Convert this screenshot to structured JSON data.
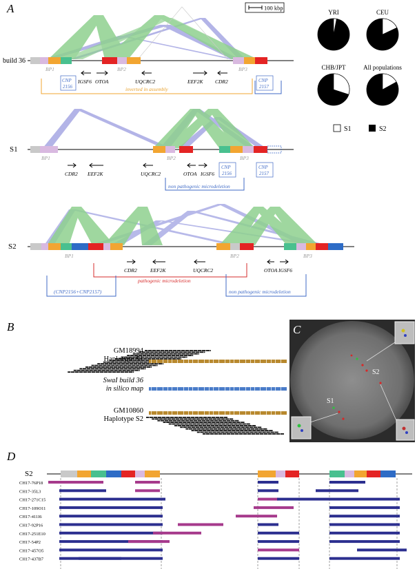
{
  "panels": {
    "a": "A",
    "b": "B",
    "c": "C",
    "d": "D"
  },
  "scale_bar": "100 kbp",
  "haplotypes": {
    "build36": "build 36",
    "s1": "S1",
    "s2": "S2"
  },
  "breakpoints": {
    "bp1": "BP1",
    "bp2": "BP2",
    "bp3": "BP3"
  },
  "genes": {
    "igsf6": "IGSF6",
    "otoa": "OTOA",
    "uqcrc2": "UQCRC2",
    "eef2k": "EEF2K",
    "cdr2": "CDR2"
  },
  "cnp": {
    "c2156": "CNP 2156",
    "c2157": "CNP 2157",
    "c2156a": "CNP",
    "c2156b": "2156",
    "c2157a": "CNP",
    "c2157b": "2157",
    "combined": "(CNP2156+CNP2157)"
  },
  "annotations": {
    "inverted": "inverted in assembly",
    "nonpath1": "non pathogenic microdeletion",
    "pathogenic": "pathogenic microdeletion",
    "nonpath2": "non pathogenic microdeletion"
  },
  "pies": {
    "items": [
      {
        "label": "YRI",
        "s1": 0.03
      },
      {
        "label": "CEU",
        "s1": 0.18
      },
      {
        "label": "CHB/JPT",
        "s1": 0.3
      },
      {
        "label": "All populations",
        "s1": 0.17
      }
    ],
    "legend_s1": "S1",
    "legend_s2": "S2"
  },
  "panel_b": {
    "gm18994": "GM18994",
    "hap_s1": "Haplotype S1",
    "swal": "SwaI build 36",
    "insilico": "in silico map",
    "gm10860": "GM10860",
    "hap_s2": "Haplotype S2"
  },
  "panel_c": {
    "s1": "S1",
    "s2": "S2"
  },
  "panel_d": {
    "hap": "S2",
    "clones": [
      "CH17-76P18",
      "CH17-35L3",
      "CH17-271C15",
      "CH17-109O11",
      "CH17-411I6",
      "CH17-92P16",
      "CH17-251E10",
      "CH17-54P2",
      "CH17-457O5",
      "CH17-437B7"
    ]
  },
  "colors": {
    "green": "#8fd18f",
    "lavender": "#9a9ce0",
    "orange": "#f2a531",
    "red": "#e42424",
    "teal": "#49c08f",
    "blue": "#2e6cc6",
    "grey": "#c9c9c9",
    "gold": "#b8892e",
    "map_blue": "#4a7cc9",
    "clone_navy": "#2c2f8f",
    "clone_magenta": "#a63a8c"
  }
}
